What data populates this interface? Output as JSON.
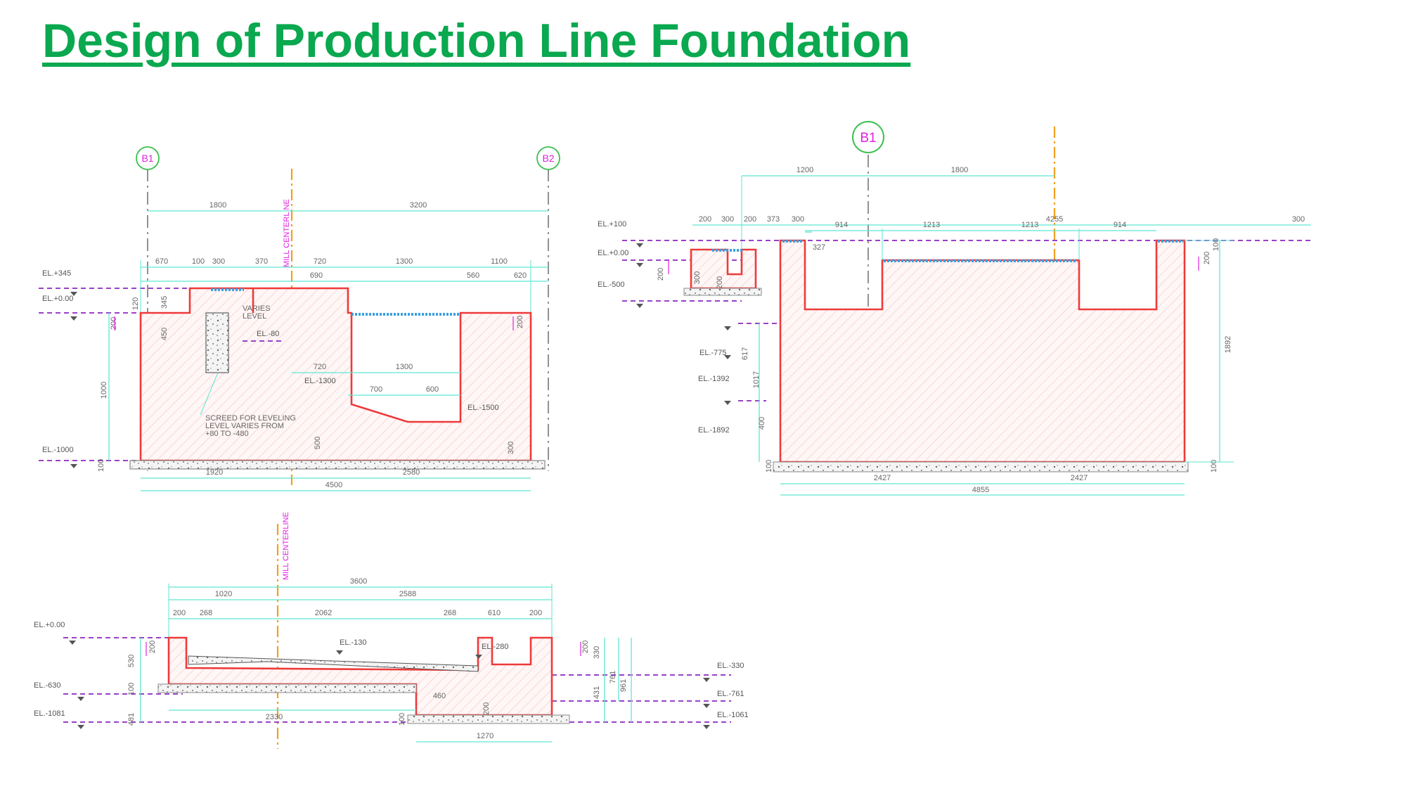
{
  "title": "Design of Production Line Foundation",
  "colors": {
    "title": "#0aa84f",
    "concrete_outline": "#ee3a3a",
    "dimension": "#5de6d2",
    "level_line": "#9a40c8",
    "centerline": "#f0a020",
    "label_magenta": "#e020e0"
  },
  "centerline_label": "MILL CENTERLINE",
  "d1": {
    "grid": {
      "left": "B1",
      "right": "B2"
    },
    "top_dims": [
      "1800",
      "3200"
    ],
    "upper_dims": [
      "670",
      "100",
      "300",
      "370",
      "720",
      "1300",
      "1100"
    ],
    "row3_dims": [
      "690",
      "560",
      "620"
    ],
    "mid_dims": [
      "720",
      "1300"
    ],
    "low_dims": [
      "700",
      "600"
    ],
    "bottom_dims": [
      "1920",
      "2580"
    ],
    "total": "4500",
    "elevations": [
      "EL.+345",
      "EL.+0.00",
      "EL.-1000"
    ],
    "inner_levels": [
      "EL.-80",
      "EL.-1300",
      "EL.-1500"
    ],
    "vert_dims": [
      "120",
      "200",
      "345",
      "450",
      "1000",
      "100",
      "500",
      "300",
      "200"
    ],
    "note_varies": [
      "VARIES",
      "LEVEL"
    ],
    "note_screed": [
      "SCREED FOR LEVELING",
      "LEVEL VARIES FROM",
      "+80 TO -480"
    ]
  },
  "d2": {
    "grid": "B1",
    "top_dims": [
      "1200",
      "1800"
    ],
    "row2_dims": [
      "200",
      "300",
      "200",
      "373",
      "300",
      "4255",
      "300"
    ],
    "row3_dims": [
      "327",
      "914",
      "1213",
      "1213",
      "914"
    ],
    "bottom_dims": [
      "2427",
      "2427"
    ],
    "total": "4855",
    "elevations": [
      "EL.+100",
      "EL.+0.00",
      "EL.-500",
      "EL.-775",
      "EL.-1392",
      "EL.-1892"
    ],
    "vert_dims": [
      "200",
      "300",
      "200",
      "617",
      "1017",
      "400",
      "100",
      "200",
      "100",
      "1892",
      "100"
    ]
  },
  "d3": {
    "top_dims": [
      "3600"
    ],
    "row2_dims": [
      "1020",
      "2588"
    ],
    "row3_dims": [
      "200",
      "268",
      "2062",
      "268",
      "610",
      "200"
    ],
    "elevations_left": [
      "EL.+0.00",
      "EL.-630",
      "EL.-1081"
    ],
    "elevations_right": [
      "EL.-330",
      "EL.-761",
      "EL.-1061"
    ],
    "inner_levels": [
      "EL.-130",
      "EL.-280"
    ],
    "bottom_dims": [
      "2330",
      "460",
      "200",
      "1270"
    ],
    "vert_left": [
      "200",
      "530",
      "100",
      "481"
    ],
    "vert_right": [
      "200",
      "330",
      "431",
      "761",
      "961"
    ],
    "bottom_small": "100"
  }
}
